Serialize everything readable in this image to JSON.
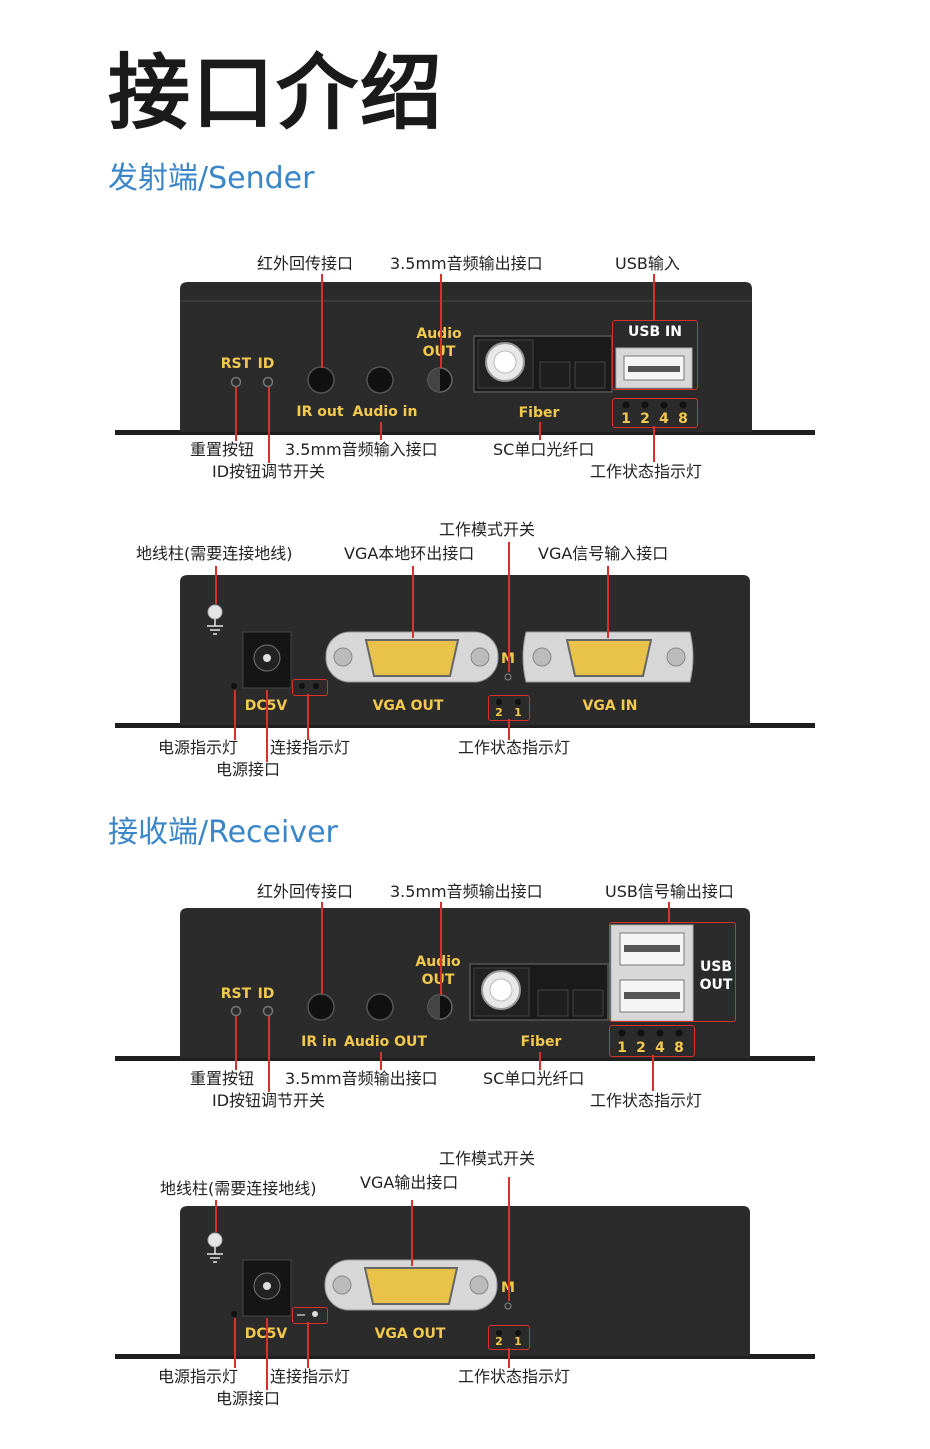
{
  "page": {
    "title": "接口介绍",
    "sender_heading": "发射端/Sender",
    "receiver_heading": "接收端/Receiver"
  },
  "colors": {
    "heading": "#3a86c8",
    "callout": "#d9302c",
    "device_label": "#f2c94c",
    "device_body": "#2b2b2b"
  },
  "sender_front": {
    "callouts": {
      "ir": "红外回传接口",
      "audio_out": "3.5mm音频输出接口",
      "usb": "USB输入",
      "rst": "重置按钮",
      "audio_in": "3.5mm音频输入接口",
      "sc": "SC单口光纤口",
      "id": "ID按钮调节开关",
      "status": "工作状态指示灯"
    },
    "device": {
      "rst": "RST",
      "id": "ID",
      "ir": "IR out",
      "audio_in": "Audio in",
      "audio_out_1": "Audio",
      "audio_out_2": "OUT",
      "fiber": "Fiber",
      "usb": "USB IN",
      "leds": [
        "1",
        "2",
        "4",
        "8"
      ]
    }
  },
  "sender_back": {
    "callouts": {
      "ground": "地线柱(需要连接地线)",
      "vga_loop": "VGA本地环出接口",
      "mode": "工作模式开关",
      "vga_in": "VGA信号输入接口",
      "power_led": "电源指示灯",
      "link_led": "连接指示灯",
      "power_port": "电源接口",
      "status": "工作状态指示灯"
    },
    "device": {
      "dc": "DC5V",
      "vga_out": "VGA OUT",
      "vga_in": "VGA IN",
      "mode": "M",
      "leds": [
        "2",
        "1"
      ]
    }
  },
  "receiver_front": {
    "callouts": {
      "ir": "红外回传接口",
      "audio_out": "3.5mm音频输出接口",
      "usb": "USB信号输出接口",
      "rst": "重置按钮",
      "audio_out_bottom": "3.5mm音频输出接口",
      "sc": "SC单口光纤口",
      "id": "ID按钮调节开关",
      "status": "工作状态指示灯"
    },
    "device": {
      "rst": "RST",
      "id": "ID",
      "ir": "IR in",
      "audio": "Audio OUT",
      "audio_out_1": "Audio",
      "audio_out_2": "OUT",
      "fiber": "Fiber",
      "usb_1": "USB",
      "usb_2": "OUT",
      "leds": [
        "1",
        "2",
        "4",
        "8"
      ]
    }
  },
  "receiver_back": {
    "callouts": {
      "ground": "地线柱(需要连接地线)",
      "vga_out": "VGA输出接口",
      "mode": "工作模式开关",
      "power_led": "电源指示灯",
      "link_led": "连接指示灯",
      "power_port": "电源接口",
      "status": "工作状态指示灯"
    },
    "device": {
      "dc": "DC5V",
      "vga_out": "VGA OUT",
      "mode": "M",
      "leds": [
        "2",
        "1"
      ]
    }
  }
}
